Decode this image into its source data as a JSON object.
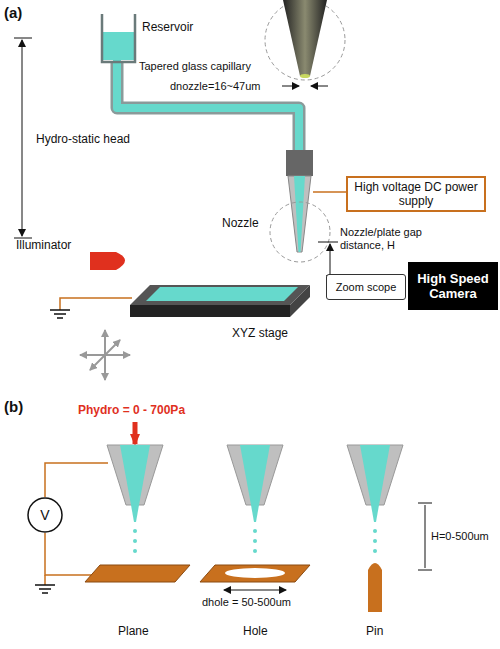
{
  "diagram": {
    "nodes": [
      {
        "text": [
          "High voltage DC power supply"
        ]
      },
      {
        "text": [
          "Zoom scope"
        ]
      },
      {
        "text": [
          "High Speed Camera"
        ]
      },
      {
        "text": [
          "V"
        ]
      }
    ],
    "labels": [
      "(a)",
      "Reservoir",
      "Tapered glass capillary",
      "dnozzle=16~47um",
      "Hydro-static head",
      "Nozzle",
      "Nozzle/plate gap distance, H",
      "Illuminator",
      "XYZ stage",
      "(b)",
      "Phydro = 0 - 700Pa",
      "dhole = 50-500um",
      "H=0-500um",
      "Plane",
      "Hole",
      "Pin"
    ]
  }
}
